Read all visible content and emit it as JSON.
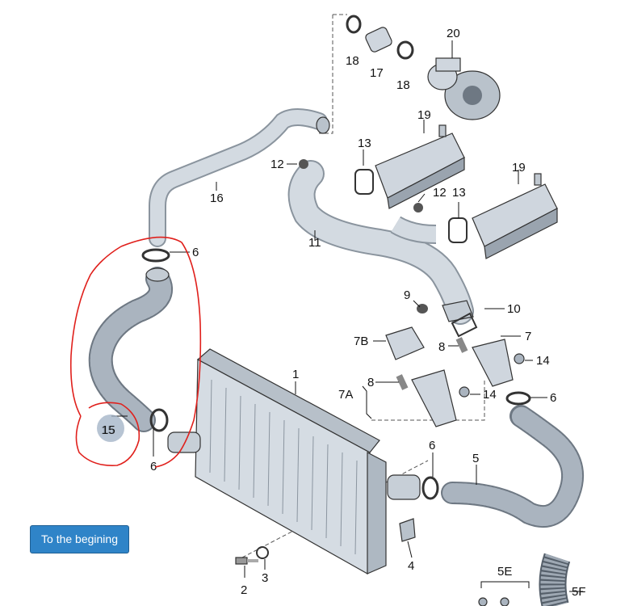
{
  "callouts": {
    "c1": "1",
    "c2": "2",
    "c3": "3",
    "c4": "4",
    "c5": "5",
    "c5e": "5E",
    "c5f": "5F",
    "c6a": "6",
    "c6b": "6",
    "c6c": "6",
    "c6d": "6",
    "c7": "7",
    "c7a": "7A",
    "c7b": "7B",
    "c8a": "8",
    "c8b": "8",
    "c9": "9",
    "c10": "10",
    "c11": "11",
    "c12a": "12",
    "c12b": "12",
    "c13a": "13",
    "c13b": "13",
    "c14a": "14",
    "c14b": "14",
    "c15": "15",
    "c16": "16",
    "c17": "17",
    "c18a": "18",
    "c18b": "18",
    "c19a": "19",
    "c19b": "19",
    "c20": "20"
  },
  "annotation": {
    "circled_part": "15",
    "marker_color": "#e0201c"
  },
  "navigation": {
    "back_label": "To the begining"
  },
  "colors": {
    "part_fill": "#cfd6de",
    "part_shade": "#9aa4af",
    "hose_fill": "#aab4bf",
    "button": "#2f84c8"
  }
}
